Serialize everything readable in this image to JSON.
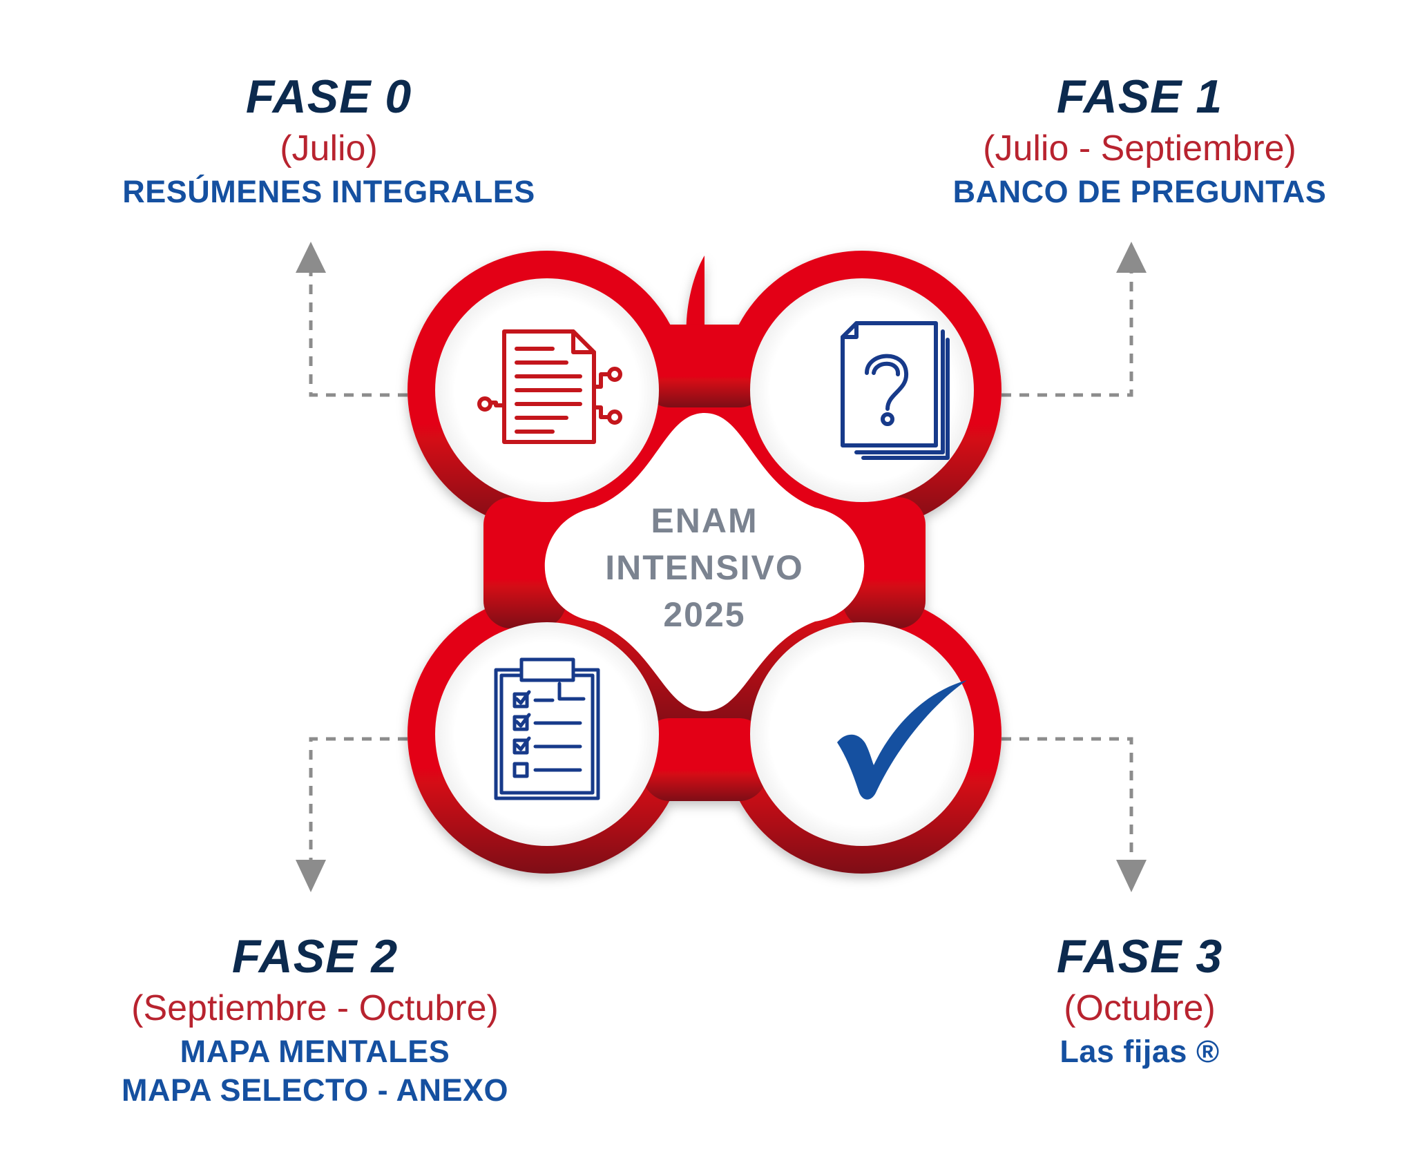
{
  "phases": [
    {
      "title": "FASE 0",
      "period": "(Julio)",
      "desc": [
        "RESÚMENES INTEGRALES"
      ],
      "icon": "document-circuit-icon"
    },
    {
      "title": "FASE 1",
      "period": "(Julio - Septiembre)",
      "desc": [
        "BANCO DE PREGUNTAS"
      ],
      "icon": "question-document-icon"
    },
    {
      "title": "FASE 2",
      "period": "(Septiembre - Octubre)",
      "desc": [
        "MAPA MENTALES",
        "MAPA SELECTO - ANEXO"
      ],
      "icon": "checklist-clipboard-icon"
    },
    {
      "title": "FASE 3",
      "period": "(Octubre)",
      "desc": [
        "Las fijas ®"
      ],
      "icon": "checkmark-icon"
    }
  ],
  "center": {
    "line1": "ENAM",
    "line2": "INTENSIVO",
    "line3": "2025"
  },
  "colors": {
    "title": "#0c2a4e",
    "period": "#b8232f",
    "desc": "#1550a0",
    "ring": "#e30613",
    "ring_dark": "#8e0f17",
    "icon_red": "#c4161c",
    "icon_blue": "#173a8a",
    "arrow": "#8c8c8c",
    "center_text": "#7b8390"
  }
}
